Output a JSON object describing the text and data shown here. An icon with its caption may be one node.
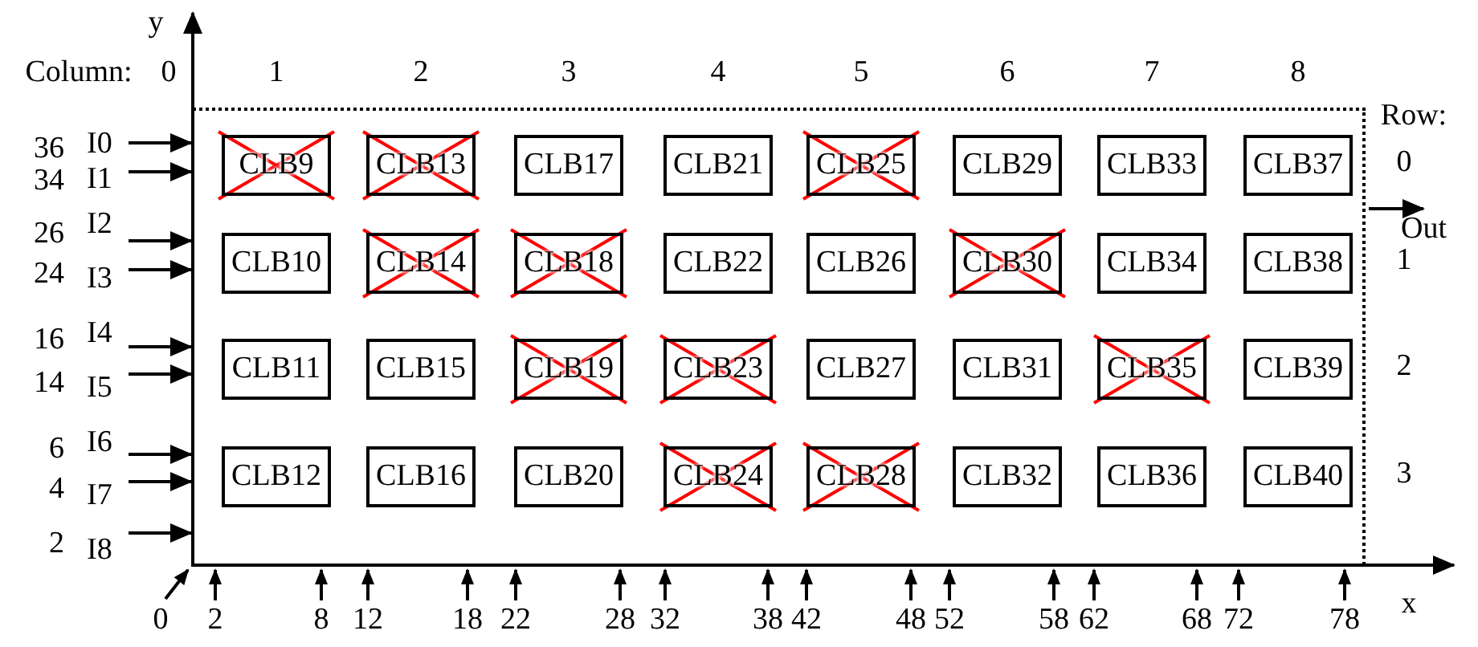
{
  "diagram": {
    "nodes": [
      {
        "text": [],
        "shape": "box"
      },
      {
        "text": [
          "CLB9"
        ],
        "in": 0
      },
      {
        "text": [
          "CLB13"
        ],
        "in": 0
      },
      {
        "text": [
          "CLB17"
        ],
        "in": 0
      },
      {
        "text": [
          "CLB21"
        ],
        "in": 0
      },
      {
        "text": [
          "CLB25"
        ],
        "in": 0
      },
      {
        "text": [
          "CLB29"
        ],
        "in": 0
      },
      {
        "text": [
          "CLB33"
        ],
        "in": 0
      },
      {
        "text": [
          "CLB37"
        ],
        "in": 0
      },
      {
        "text": [
          "CLB10"
        ],
        "in": 0
      },
      {
        "text": [
          "CLB14"
        ],
        "in": 0
      },
      {
        "text": [
          "CLB18"
        ],
        "in": 0
      },
      {
        "text": [
          "CLB22"
        ],
        "in": 0
      },
      {
        "text": [
          "CLB26"
        ],
        "in": 0
      },
      {
        "text": [
          "CLB30"
        ],
        "in": 0
      },
      {
        "text": [
          "CLB34"
        ],
        "in": 0
      },
      {
        "text": [
          "CLB38"
        ],
        "in": 0
      },
      {
        "text": [
          "CLB11"
        ],
        "in": 0
      },
      {
        "text": [
          "CLB15"
        ],
        "in": 0
      },
      {
        "text": [
          "CLB19"
        ],
        "in": 0
      },
      {
        "text": [
          "CLB23"
        ],
        "in": 0
      },
      {
        "text": [
          "CLB27"
        ],
        "in": 0
      },
      {
        "text": [
          "CLB31"
        ],
        "in": 0
      },
      {
        "text": [
          "CLB35"
        ],
        "in": 0
      },
      {
        "text": [
          "CLB39"
        ],
        "in": 0
      },
      {
        "text": [
          "CLB12"
        ],
        "in": 0
      },
      {
        "text": [
          "CLB16"
        ],
        "in": 0
      },
      {
        "text": [
          "CLB20"
        ],
        "in": 0
      },
      {
        "text": [
          "CLB24"
        ],
        "in": 0
      },
      {
        "text": [
          "CLB28"
        ],
        "in": 0
      },
      {
        "text": [
          "CLB32"
        ],
        "in": 0
      },
      {
        "text": [
          "CLB36"
        ],
        "in": 0
      },
      {
        "text": [
          "CLB40"
        ],
        "in": 0
      },
      {
        "text": [
          "I0"
        ],
        "beside": [
          "36"
        ]
      },
      {
        "text": [
          "I1"
        ],
        "beside": [
          "34"
        ]
      },
      {
        "text": [
          "I2"
        ],
        "beside": [
          "26"
        ]
      },
      {
        "text": [
          "I3"
        ],
        "beside": [
          "24"
        ]
      },
      {
        "text": [
          "I4"
        ],
        "beside": [
          "16"
        ]
      },
      {
        "text": [
          "I5"
        ],
        "beside": [
          "14"
        ]
      },
      {
        "text": [
          "I6"
        ],
        "beside": [
          "6"
        ]
      },
      {
        "text": [
          "I7"
        ],
        "beside": [
          "4"
        ]
      },
      {
        "text": [
          "I8"
        ],
        "beside": [
          "2"
        ]
      },
      {
        "text": [
          "Out"
        ]
      }
    ],
    "edges": [
      {
        "from": 33,
        "to": 0,
        "arrow": "to"
      },
      {
        "from": 34,
        "to": 0,
        "arrow": "to"
      },
      {
        "from": 35,
        "to": 0,
        "arrow": "to"
      },
      {
        "from": 36,
        "to": 0,
        "arrow": "to"
      },
      {
        "from": 37,
        "to": 0,
        "arrow": "to"
      },
      {
        "from": 38,
        "to": 0,
        "arrow": "to"
      },
      {
        "from": 39,
        "to": 0,
        "arrow": "to"
      },
      {
        "from": 40,
        "to": 0,
        "arrow": "to"
      },
      {
        "from": 41,
        "to": 0,
        "arrow": "to"
      },
      {
        "from": 0,
        "to": 42,
        "arrow": "to"
      }
    ],
    "labels": [
      "y",
      "Column:",
      "0",
      "1",
      "2",
      "3",
      "4",
      "5",
      "6",
      "7",
      "8",
      "Row:",
      "0",
      "1",
      "2",
      "3",
      "0",
      "2",
      "8",
      "12",
      "18",
      "22",
      "28",
      "32",
      "38",
      "42",
      "48",
      "52",
      "58",
      "62",
      "68",
      "72",
      "78",
      "x"
    ]
  }
}
